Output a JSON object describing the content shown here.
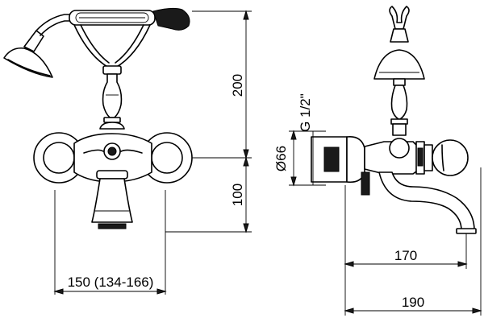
{
  "dimensions": {
    "height_upper": "200",
    "height_lower": "100",
    "centers": "150 (134-166)",
    "diameter": "Ø66",
    "thread": "G 1/2\"",
    "depth_spout": "170",
    "depth_total": "190"
  }
}
